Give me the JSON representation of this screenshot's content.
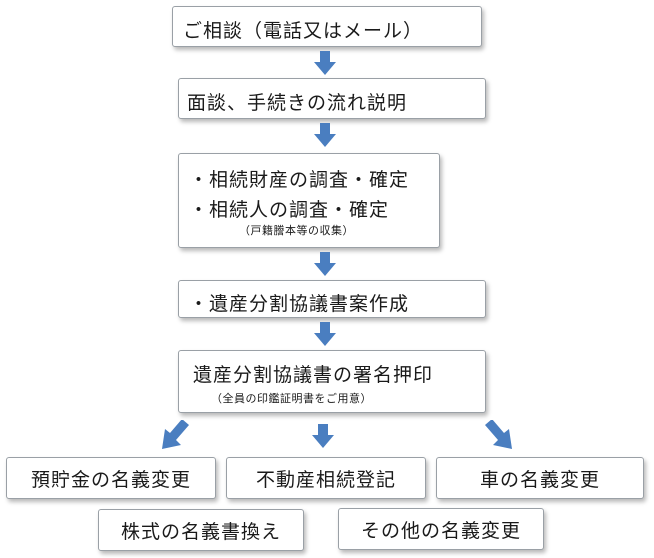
{
  "colors": {
    "arrow": "#4a7ec0",
    "border": "#9aa0a6",
    "shadow": "rgba(0,0,0,0.28)"
  },
  "steps": {
    "consult": "ご相談（電話又はメール）",
    "interview": "面談、手続きの流れ説明",
    "investigate": {
      "line1": "・相続財産の調査・確定",
      "line2": "・相続人の調査・確定",
      "note": "（戸籍謄本等の収集）"
    },
    "draft": "・遺産分割協議書案作成",
    "sign": {
      "line1": "遺産分割協議書の署名押印",
      "note": "（全員の印鑑証明書をご用意）"
    }
  },
  "destinations": {
    "deposit": "預貯金の名義変更",
    "real_estate": "不動産相続登記",
    "car": "車の名義変更",
    "stock": "株式の名義書換え",
    "other": "その他の名義変更"
  }
}
